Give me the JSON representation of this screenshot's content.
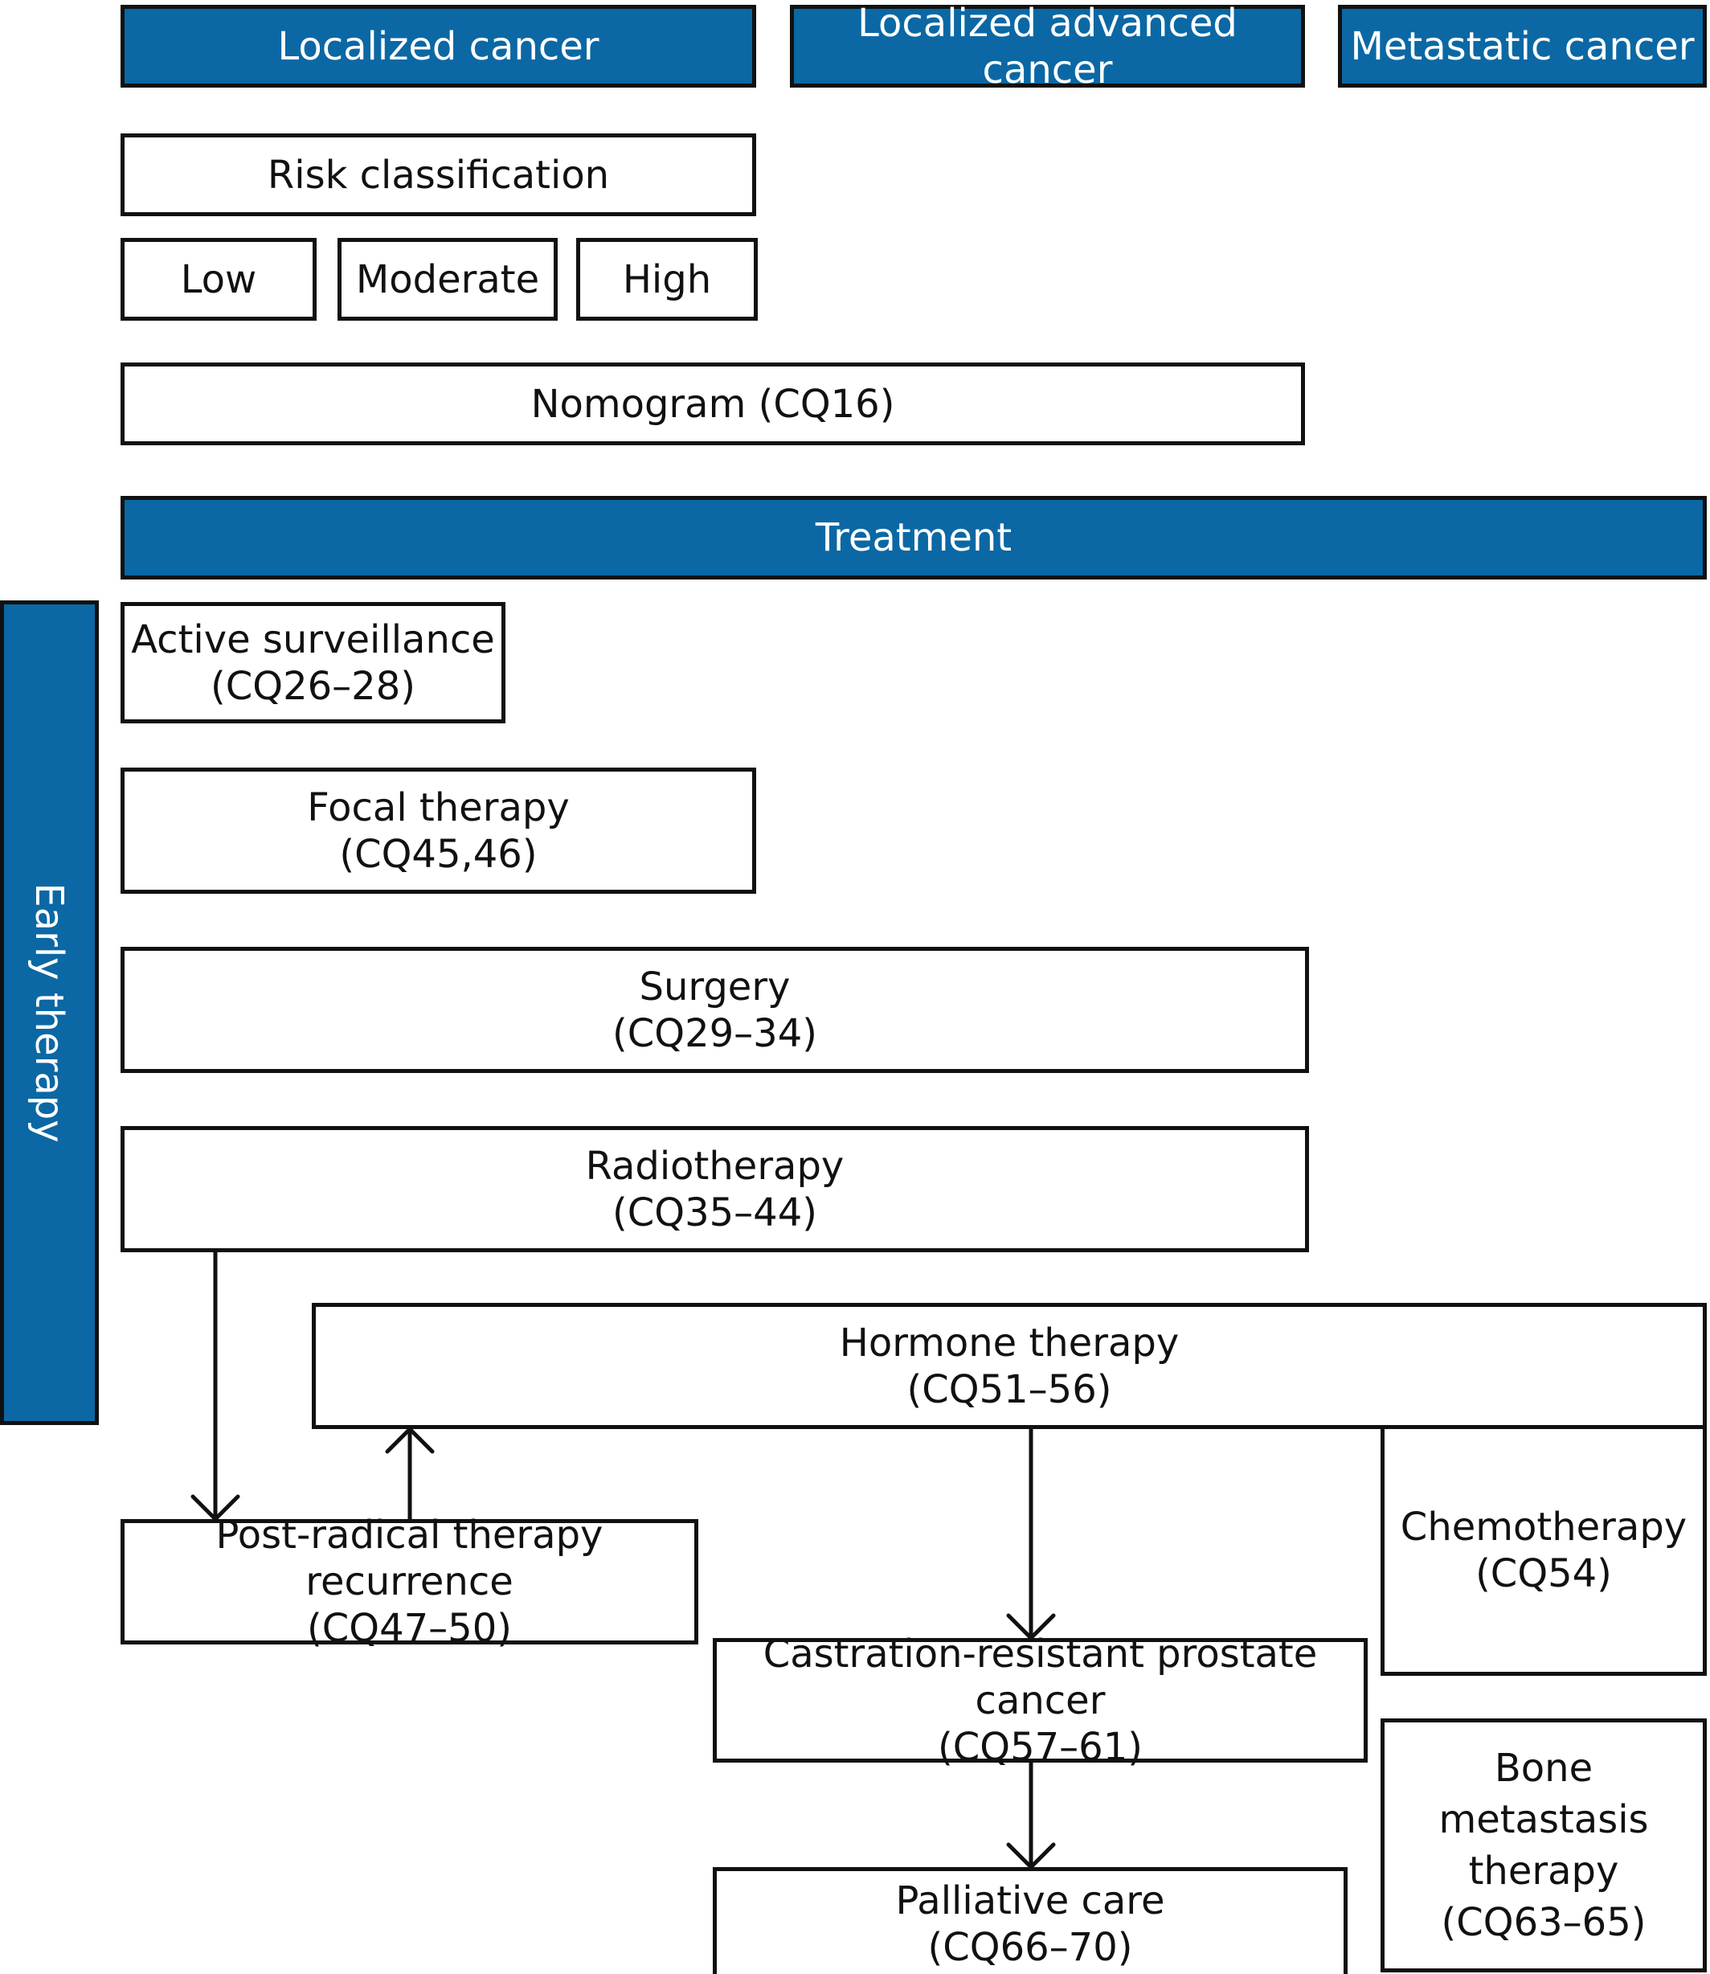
{
  "colors": {
    "header_fill": "#0b68a4",
    "header_text": "#ffffff",
    "border": "#111111"
  },
  "headers": {
    "localized": "Localized cancer",
    "localized_advanced": "Localized advanced cancer",
    "metastatic": "Metastatic cancer",
    "treatment": "Treatment",
    "early_therapy": "Early therapy"
  },
  "risk": {
    "title": "Risk classification",
    "low": "Low",
    "moderate": "Moderate",
    "high": "High"
  },
  "nomogram": "Nomogram (CQ16)",
  "nodes": {
    "active_surveillance": {
      "name": "Active surveillance",
      "ref": "(CQ26–28)"
    },
    "focal_therapy": {
      "name": "Focal therapy",
      "ref": "(CQ45,46)"
    },
    "surgery": {
      "name": "Surgery",
      "ref": "(CQ29–34)"
    },
    "radiotherapy": {
      "name": "Radiotherapy",
      "ref": "(CQ35–44)"
    },
    "hormone_therapy": {
      "name": "Hormone therapy",
      "ref": "(CQ51–56)"
    },
    "recurrence": {
      "name": "Post-radical therapy recurrence",
      "ref": "(CQ47–50)"
    },
    "chemotherapy": {
      "name": "Chemotherapy",
      "ref": "(CQ54)"
    },
    "crpc": {
      "name": "Castration-resistant prostate cancer",
      "ref": "(CQ57–61)"
    },
    "bone_metastasis": {
      "name1": "Bone metastasis",
      "name2": "therapy",
      "ref": "(CQ63–65)"
    },
    "palliative_care": {
      "name": "Palliative care",
      "ref": "(CQ66–70)"
    }
  },
  "edges": [
    {
      "from": "Radiotherapy",
      "to": "Post-radical therapy recurrence"
    },
    {
      "from": "Post-radical therapy recurrence",
      "to": "Hormone therapy"
    },
    {
      "from": "Hormone therapy",
      "to": "Castration-resistant prostate cancer"
    },
    {
      "from": "Castration-resistant prostate cancer",
      "to": "Palliative care"
    }
  ]
}
